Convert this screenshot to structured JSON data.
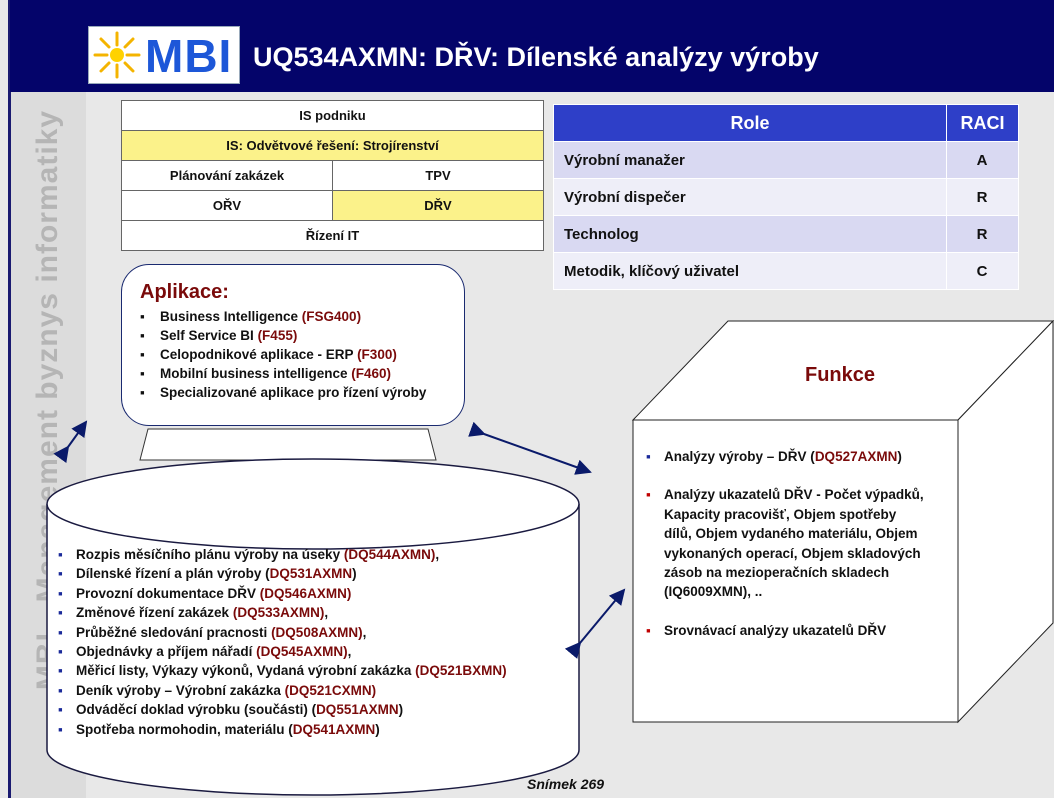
{
  "header": {
    "logo_text": "MBI",
    "title": "UQ534AXMN: DŘV: Dílenské analýzy výroby"
  },
  "side_text": "MBI - Management byznys informatiky",
  "is_table": {
    "row1": "IS podniku",
    "row2": "IS: Odvětvové řešení: Strojírenství",
    "row3_left": "Plánování zakázek",
    "row3_right": "TPV",
    "row4_left": "OŘV",
    "row4_right": "DŘV",
    "row5": "Řízení IT"
  },
  "raci": {
    "headers": [
      "Role",
      "RACI"
    ],
    "rows": [
      {
        "role": "Výrobní manažer",
        "raci": "A"
      },
      {
        "role": "Výrobní dispečer",
        "raci": "R"
      },
      {
        "role": "Technolog",
        "raci": "R"
      },
      {
        "role": "Metodik, klíčový uživatel",
        "raci": "C"
      }
    ]
  },
  "applications": {
    "title": "Aplikace:",
    "items": [
      {
        "text": "Business Intelligence ",
        "code": "(FSG400)"
      },
      {
        "text": "Self Service BI ",
        "code": "(F455)"
      },
      {
        "text": "Celopodnikové aplikace - ERP ",
        "code": "(F300)"
      },
      {
        "text": "Mobilní business intelligence ",
        "code": "(F460)"
      },
      {
        "text": "Specializované aplikace pro řízení výroby",
        "code": ""
      }
    ]
  },
  "data_items": [
    {
      "text": "Rozpis měsíčního plánu výroby na úseky ",
      "code": "(DQ544AXMN)",
      "tail": ","
    },
    {
      "text": "Dílenské řízení a plán výroby (",
      "code": "DQ531AXMN",
      "tail": ")"
    },
    {
      "text": "Provozní dokumentace DŘV ",
      "code": "(DQ546AXMN)",
      "tail": ""
    },
    {
      "text": "Změnové řízení zakázek ",
      "code": "(DQ533AXMN)",
      "tail": ","
    },
    {
      "text": "Průběžné sledování pracnosti ",
      "code": "(DQ508AXMN)",
      "tail": ","
    },
    {
      "text": "Objednávky a příjem nářadí ",
      "code": "(DQ545AXMN)",
      "tail": ","
    },
    {
      "text": "Měřicí listy, Výkazy výkonů, Vydaná výrobní zakázka ",
      "code": "(DQ521BXMN)",
      "tail": ""
    },
    {
      "text": "Deník výroby – Výrobní zakázka ",
      "code": "(DQ521CXMN)",
      "tail": ""
    },
    {
      "text": "Odváděcí doklad výrobku (součásti) (",
      "code": "DQ551AXMN",
      "tail": ")"
    },
    {
      "text": "Spotřeba normohodin, materiálu (",
      "code": "DQ541AXMN",
      "tail": ")"
    }
  ],
  "functions": {
    "title": "Funkce",
    "items": [
      {
        "text": "Analýzy výroby – DŘV (",
        "code": "DQ527AXMN",
        "tail": ")"
      },
      {
        "text": "Analýzy ukazatelů DŘV - Počet výpadků, Kapacity pracovišť, Objem spotřeby dílů, Objem vydaného materiálu, Objem vykonaných operací, Objem skladových zásob na mezioperačních skladech (IQ6009XMN), ..",
        "code": "",
        "tail": ""
      },
      {
        "text": "Srovnávací analýzy ukazatelů DŘV",
        "code": "",
        "tail": ""
      }
    ]
  },
  "footer": "Snímek  269",
  "colors": {
    "header_bg": "#04046a",
    "raci_header": "#2e3fc8",
    "highlight_yellow": "#fbf28a",
    "code_red": "#7a0a0a"
  }
}
